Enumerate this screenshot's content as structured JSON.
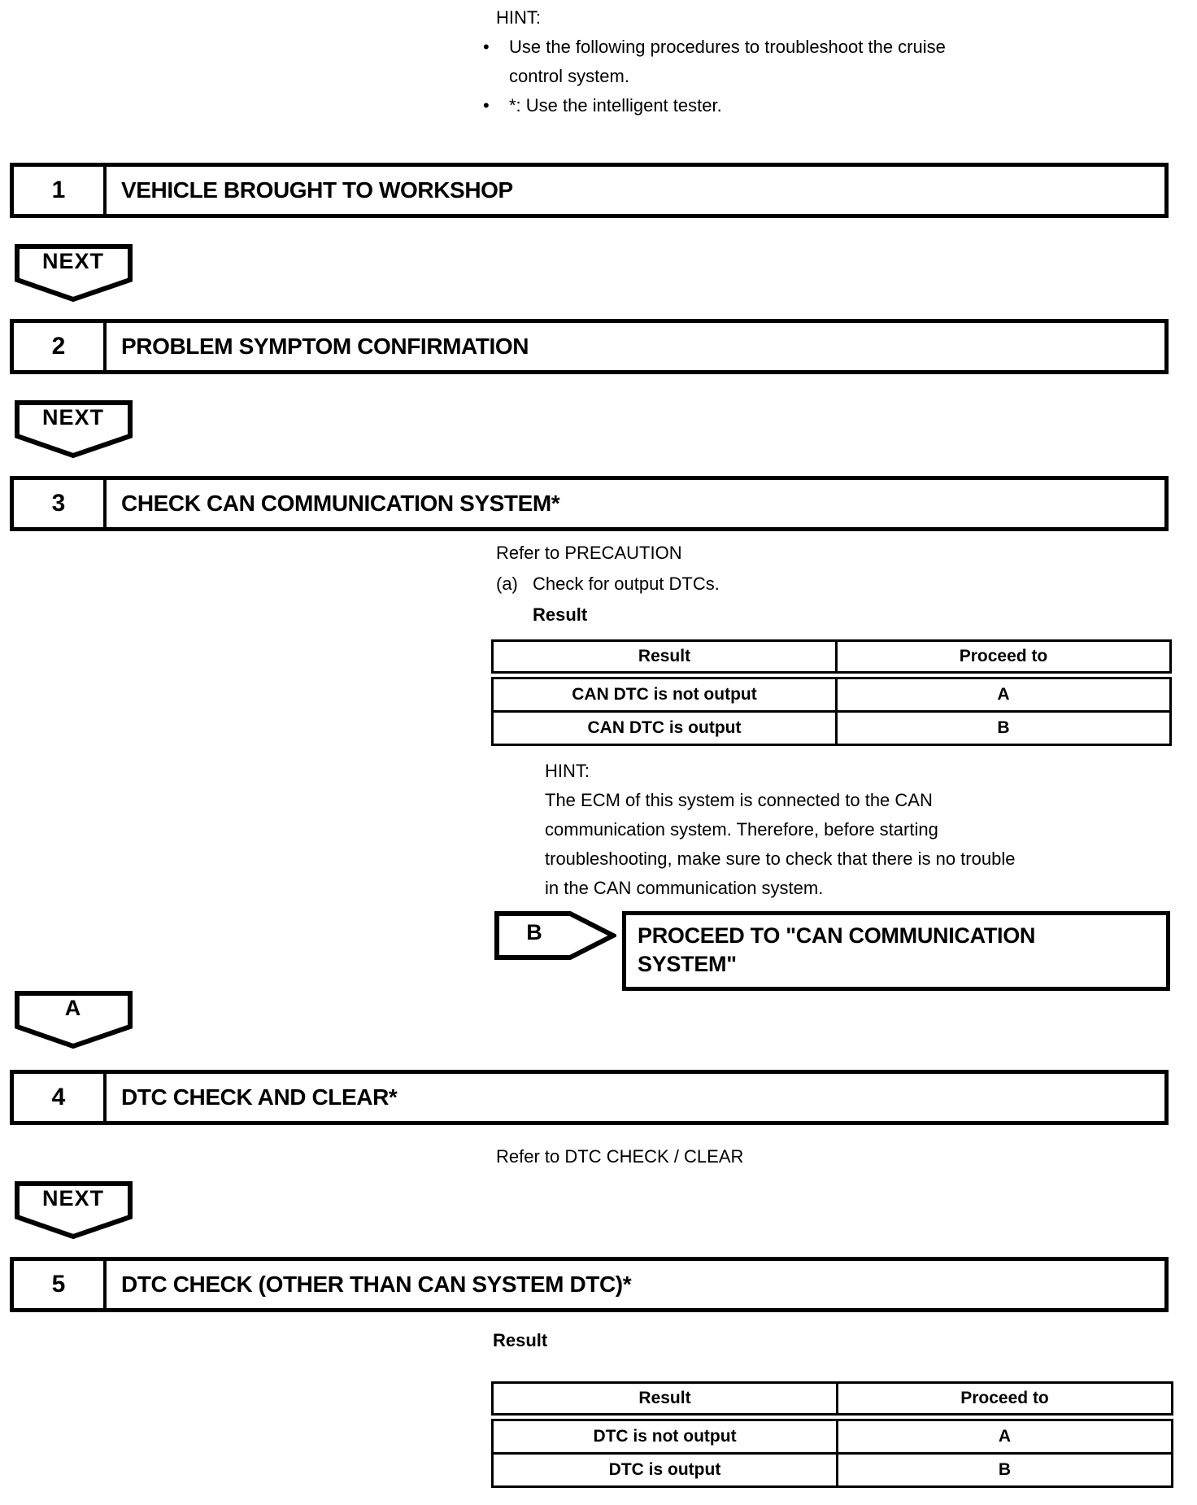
{
  "colors": {
    "ink": "#000000",
    "paper": "#ffffff"
  },
  "top_hint": {
    "label": "HINT:",
    "items": [
      "Use the following procedures to troubleshoot the cruise control system.",
      "*: Use the intelligent tester."
    ]
  },
  "connectors": {
    "next": "NEXT",
    "a": "A",
    "b": "B"
  },
  "steps": [
    {
      "number": "1",
      "title": "VEHICLE BROUGHT TO WORKSHOP"
    },
    {
      "number": "2",
      "title": "PROBLEM SYMPTOM CONFIRMATION"
    },
    {
      "number": "3",
      "title": "CHECK CAN COMMUNICATION SYSTEM*"
    },
    {
      "number": "4",
      "title": "DTC CHECK AND CLEAR*"
    },
    {
      "number": "5",
      "title": "DTC CHECK (OTHER THAN CAN SYSTEM DTC)*"
    }
  ],
  "step3": {
    "refer": "Refer to PRECAUTION",
    "item_marker": "(a)",
    "item_text": "Check for output DTCs.",
    "result_label": "Result",
    "table": {
      "headers": [
        "Result",
        "Proceed to"
      ],
      "rows": [
        [
          "CAN DTC is not output",
          "A"
        ],
        [
          "CAN DTC is output",
          "B"
        ]
      ]
    },
    "hint_label": "HINT:",
    "hint_text": "The ECM of this system is connected to the CAN communication system. Therefore, before starting troubleshooting, make sure to check that there is no trouble in the CAN communication system.",
    "proceed_text": "PROCEED TO \"CAN COMMUNICATION SYSTEM\""
  },
  "step4": {
    "refer": "Refer to DTC CHECK / CLEAR"
  },
  "step5": {
    "result_label": "Result",
    "table": {
      "headers": [
        "Result",
        "Proceed to"
      ],
      "rows": [
        [
          "DTC is not output",
          "A"
        ],
        [
          "DTC is output",
          "B"
        ]
      ]
    }
  }
}
